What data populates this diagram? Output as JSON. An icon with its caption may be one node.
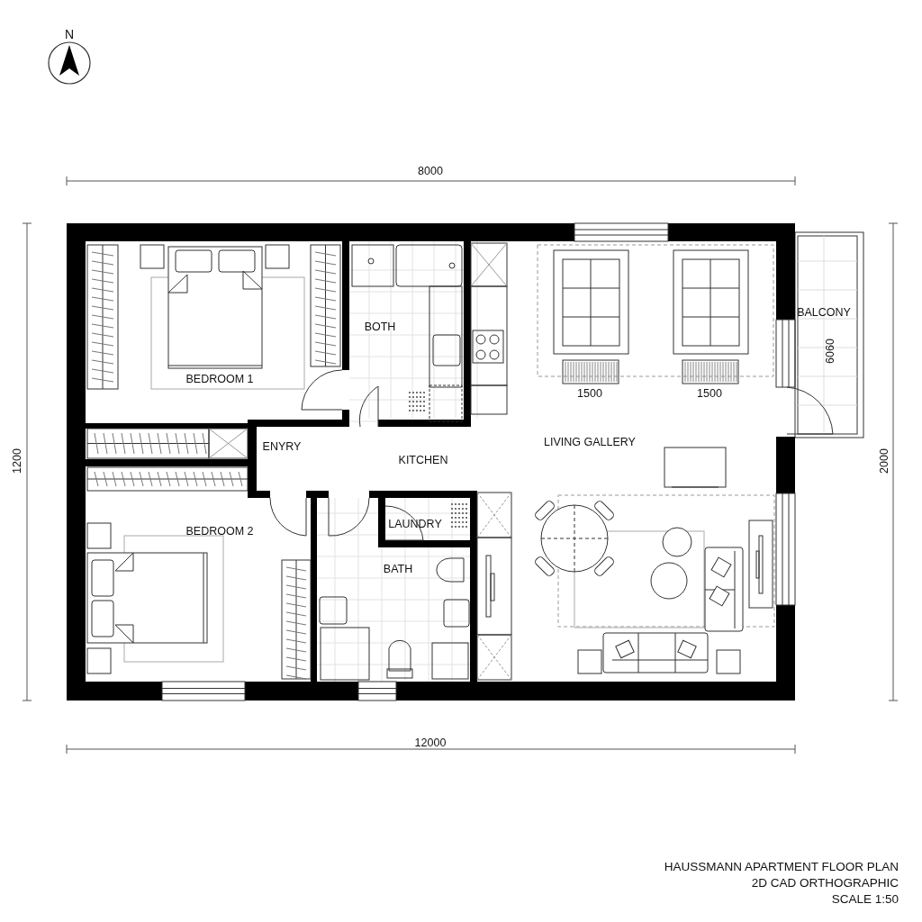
{
  "diagram": {
    "title": "HAUSSMANN APARTMENT FLOOR PLAN",
    "labels": [
      "N",
      "8000",
      "BOTH",
      "BALCONY",
      "6060",
      "BEDROOM 1",
      "1500",
      "1500",
      "1200",
      "2000",
      "ENYRY",
      "LIVING GALLERY",
      "KITCHEN",
      "BEDROOM 2",
      "LAUNDRY",
      "BATH",
      "12000",
      "2D CAD ORTHOGRAPHIC",
      "SCALE 1:50"
    ]
  }
}
